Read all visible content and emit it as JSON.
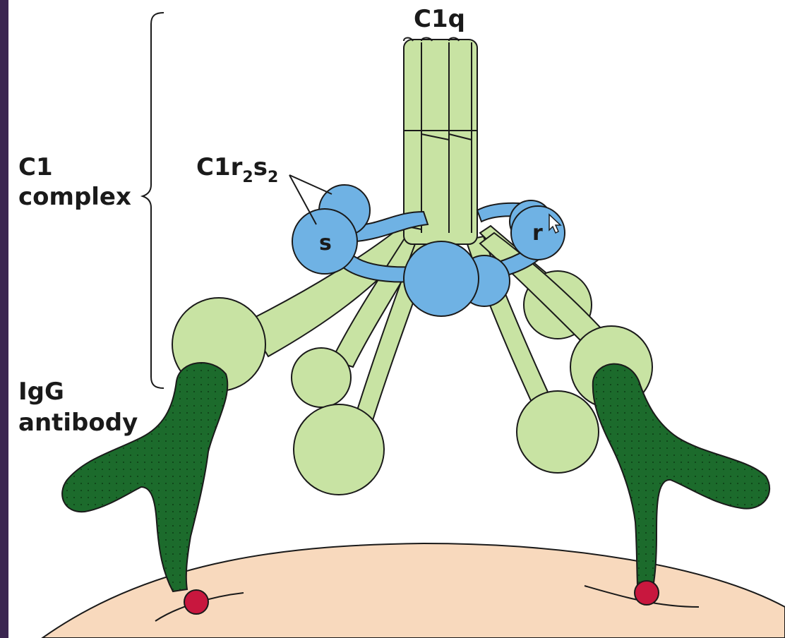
{
  "colors": {
    "frame": "#2a1a3c",
    "background": "#ffffff",
    "c1q_fill": "#c8e3a3",
    "c1rs_fill": "#6fb2e4",
    "antibody_fill": "#1c6b2c",
    "antigen_fill": "#c8173e",
    "cell_fill": "#f8d9bd",
    "outline": "#1a1a1a"
  },
  "labels": {
    "c1q": "C1q",
    "c1r2s2_main": "C1r",
    "c1r2s2_sub1": "2",
    "c1r2s2_s": "s",
    "c1r2s2_sub2": "2",
    "c1_complex_line1": "C1",
    "c1_complex_line2": "complex",
    "igg_line1": "IgG",
    "igg_line2": "antibody",
    "s_label": "s",
    "r_label": "r"
  },
  "icons": [
    "mouse-cursor-icon"
  ]
}
